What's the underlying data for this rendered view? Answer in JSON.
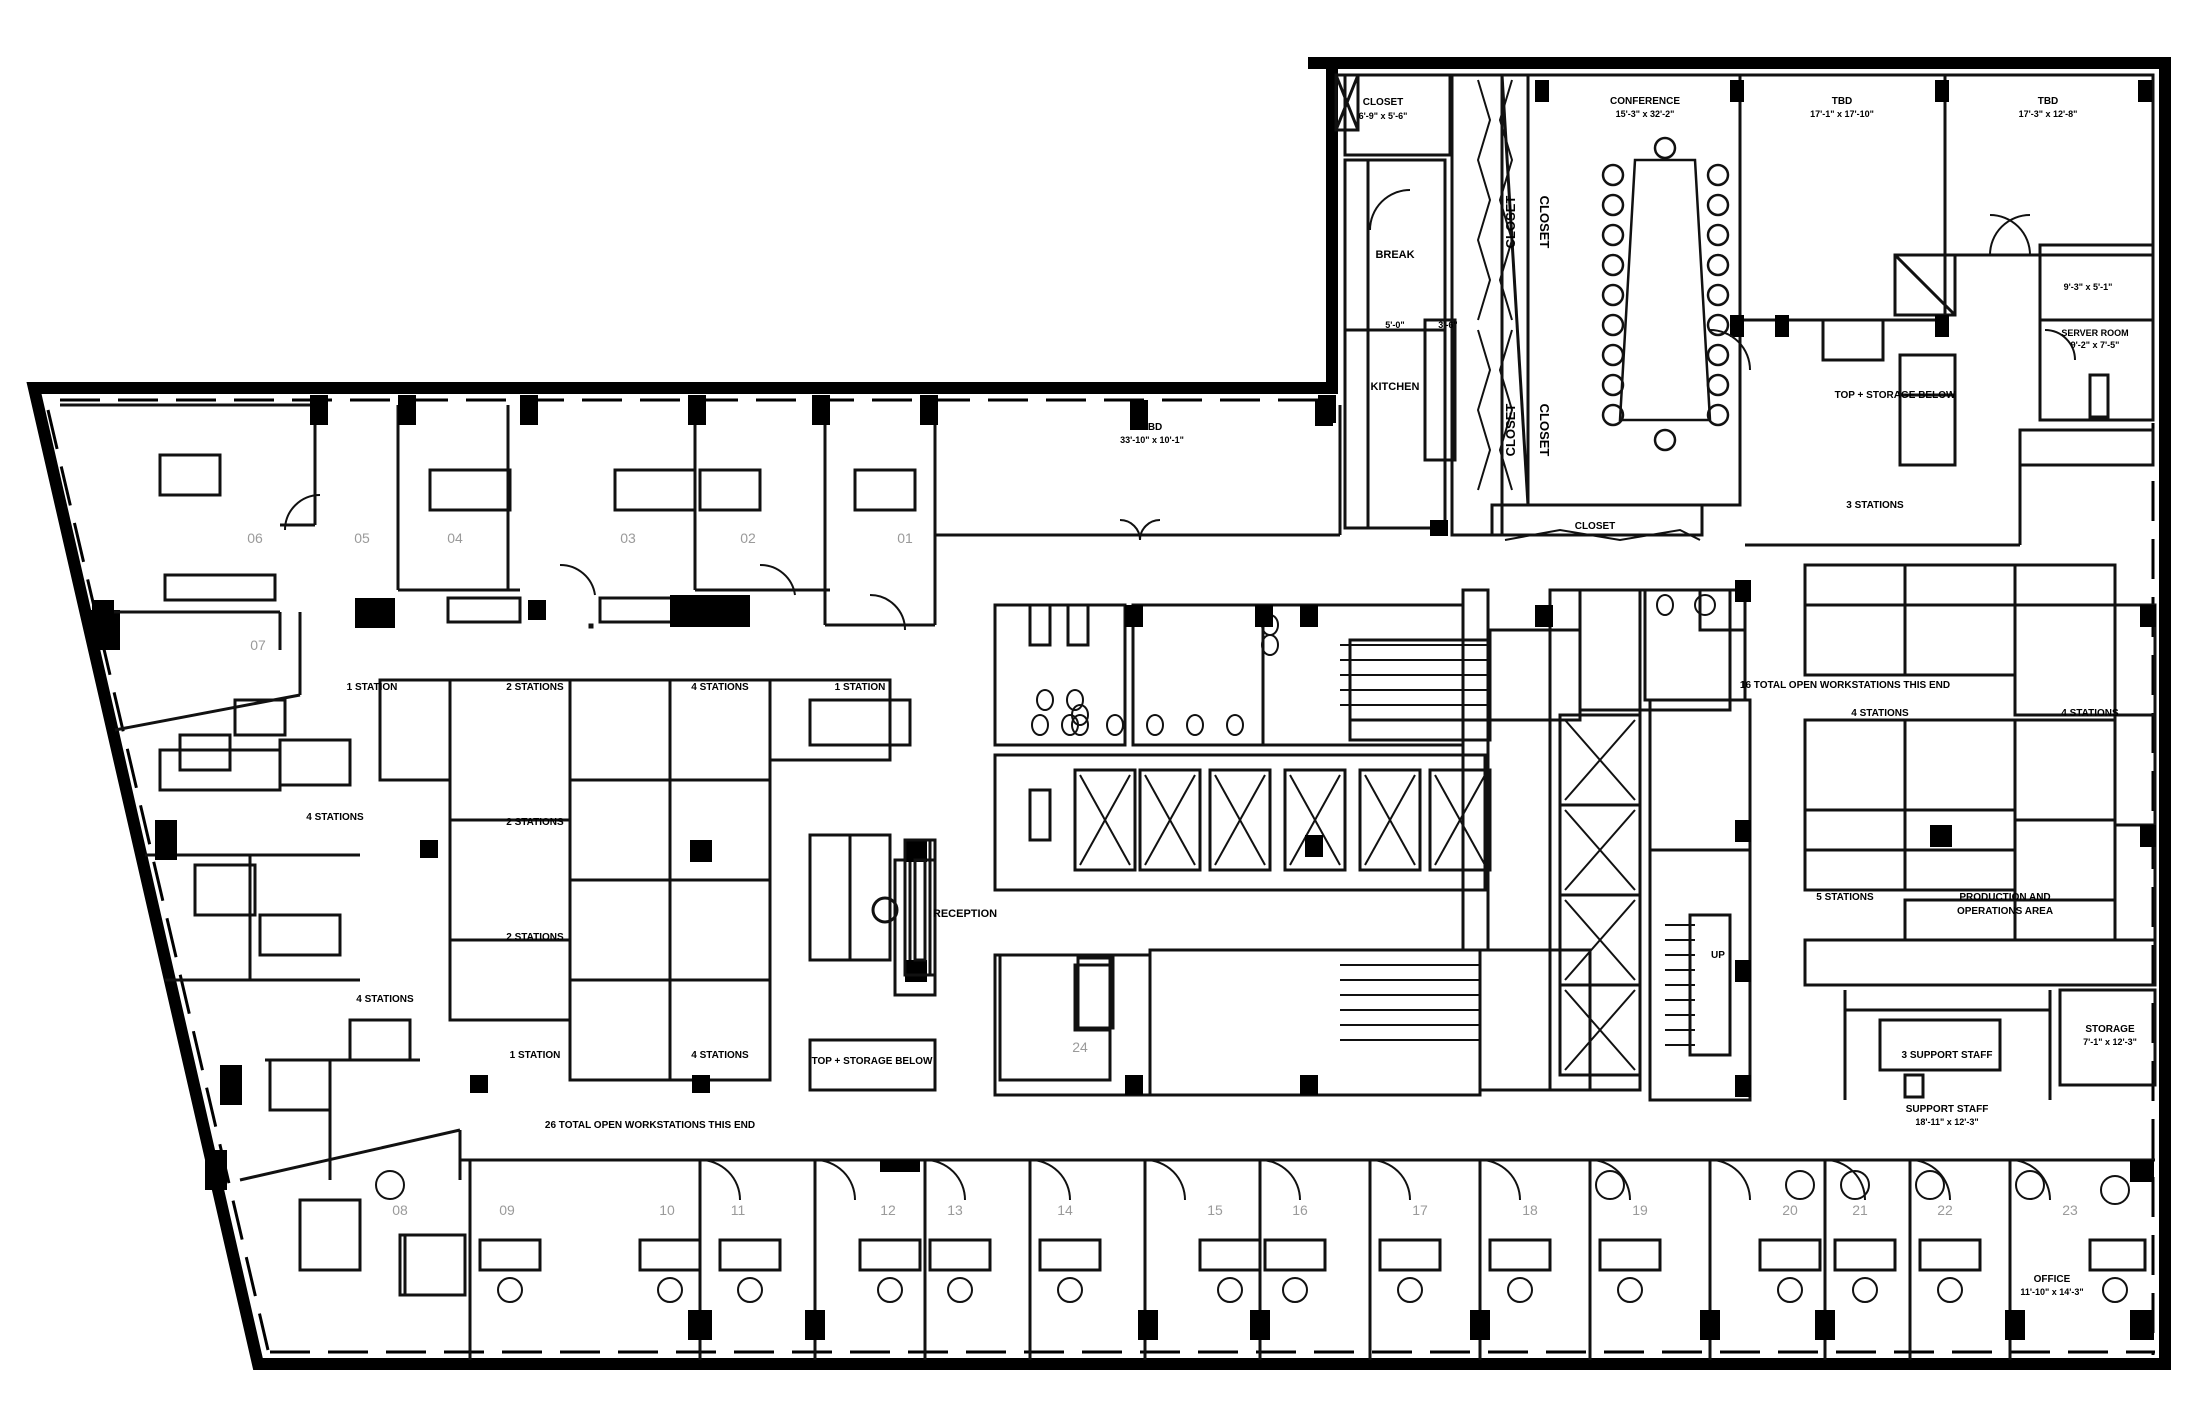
{
  "rooms": {
    "closet_top": {
      "name": "CLOSET",
      "dim": "6'-9\" x 5'-6\""
    },
    "break": "BREAK",
    "kitchen": "KITCHEN",
    "kitchen_dim_a": "5'-0\"",
    "kitchen_dim_b": "3'-6\"",
    "closet_v1": "CLOSET",
    "closet_v2": "CLOSET",
    "closet_v3": "CLOSET",
    "closet_v4": "CLOSET",
    "closet_bottom": "CLOSET",
    "conference": {
      "name": "CONFERENCE",
      "dim": "15'-3\" x 32'-2\""
    },
    "tbd_1": {
      "name": "TBD",
      "dim": "17'-1\" x 17'-10\""
    },
    "tbd_2": {
      "name": "TBD",
      "dim": "17'-3\" x 12'-8\""
    },
    "small_room_dim": "9'-3\" x 5'-1\"",
    "server_room": {
      "name": "SERVER ROOM",
      "dim": "9'-2\" x 7'-5\""
    },
    "top_storage_right": "TOP + STORAGE BELOW",
    "tbd_center": {
      "name": "TBD",
      "dim": "33'-10\" x 10'-1\""
    },
    "reception": "RECEPTION",
    "top_storage_left": "TOP + STORAGE BELOW",
    "up_label": "UP",
    "storage": {
      "name": "STORAGE",
      "dim": "7'-1\" x 12'-3\""
    },
    "support_staff_3": "3 SUPPORT STAFF",
    "support_staff": {
      "name": "SUPPORT STAFF",
      "dim": "18'-11\" x 12'-3\""
    },
    "office_23": {
      "name": "OFFICE",
      "dim": "11'-10\" x 14'-3\""
    }
  },
  "stations": {
    "left_1_station_a": "1 STATION",
    "left_2_stations_a": "2 STATIONS",
    "left_4_stations_a": "4 STATIONS",
    "left_1_station_b": "1 STATION",
    "left_4_stations_b": "4 STATIONS",
    "left_2_stations_b": "2 STATIONS",
    "left_2_stations_c": "2 STATIONS",
    "left_4_stations_c": "4 STATIONS",
    "left_1_station_c": "1 STATION",
    "left_4_stations_d": "4 STATIONS",
    "left_total": "26 TOTAL OPEN WORKSTATIONS THIS END",
    "right_3_stations": "3 STATIONS",
    "right_total": "16 TOTAL OPEN WORKSTATIONS THIS END",
    "right_4_stations_a": "4 STATIONS",
    "right_4_stations_b": "4 STATIONS",
    "right_5_stations": "5 STATIONS",
    "production": "PRODUCTION AND",
    "operations": "OPERATIONS AREA"
  },
  "office_numbers": [
    "01",
    "02",
    "03",
    "04",
    "05",
    "06",
    "07",
    "08",
    "09",
    "10",
    "11",
    "12",
    "13",
    "14",
    "15",
    "16",
    "17",
    "18",
    "19",
    "20",
    "21",
    "22",
    "23",
    "24"
  ],
  "colors": {
    "wall": "#000000",
    "line": "#111111",
    "grey_text": "#9a9a9a",
    "background": "#ffffff"
  }
}
